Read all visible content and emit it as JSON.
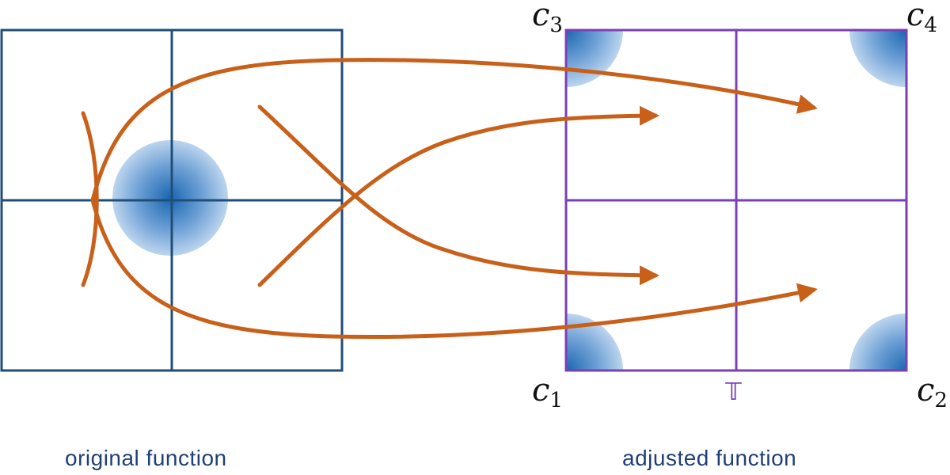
{
  "captions": {
    "left": "original function",
    "right": "adjusted function"
  },
  "corners": {
    "c1": {
      "base": "c",
      "sub": "1"
    },
    "c2": {
      "base": "c",
      "sub": "2"
    },
    "c3": {
      "base": "c",
      "sub": "3"
    },
    "c4": {
      "base": "c",
      "sub": "4"
    }
  },
  "torus_symbol": "𝕋",
  "colors": {
    "left_grid": "#1f4e79",
    "right_grid": "#7b3fb5",
    "arrows": "#c8601a",
    "blob_center": "#1f6bb5",
    "blob_edge": "#b9d3ee"
  }
}
